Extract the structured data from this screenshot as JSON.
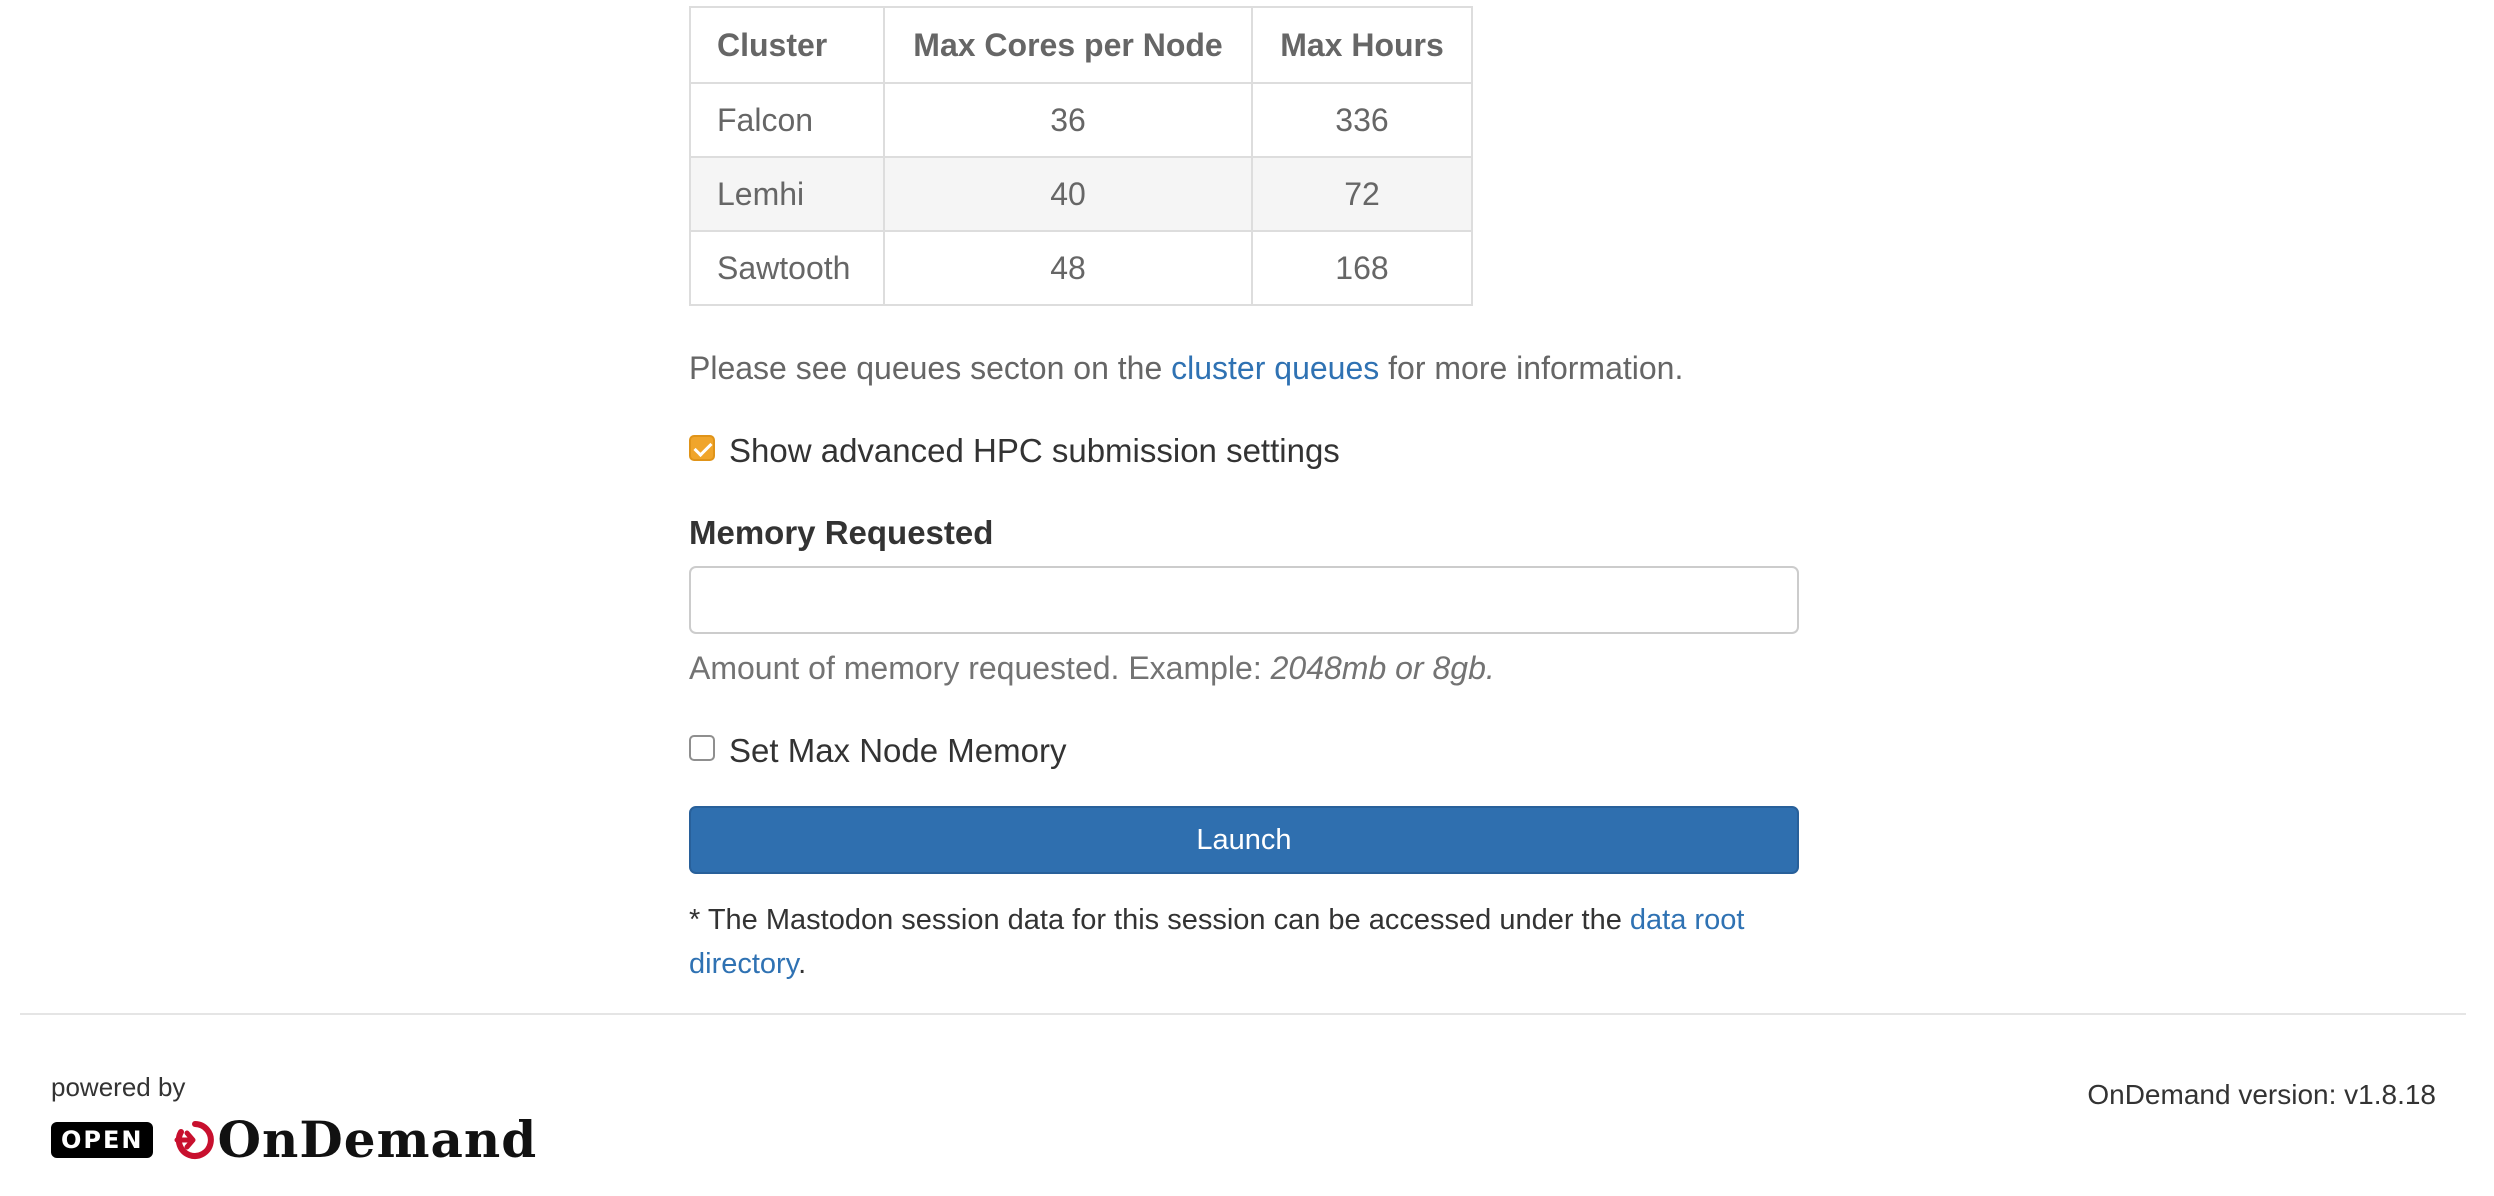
{
  "table": {
    "headers": [
      "Cluster",
      "Max Cores per Node",
      "Max Hours"
    ],
    "rows": [
      [
        "Falcon",
        "36",
        "336"
      ],
      [
        "Lemhi",
        "40",
        "72"
      ],
      [
        "Sawtooth",
        "48",
        "168"
      ]
    ]
  },
  "queues": {
    "prefix": "Please see queues secton on the ",
    "link": "cluster queues",
    "suffix": " for more information."
  },
  "advanced_checkbox": {
    "label": "Show advanced HPC submission settings",
    "checked": true
  },
  "memory": {
    "label": "Memory Requested",
    "value": "",
    "help_prefix": "Amount of memory requested. Example: ",
    "help_example": "2048mb or 8gb."
  },
  "max_node_checkbox": {
    "label": "Set Max Node Memory",
    "checked": false
  },
  "launch_label": "Launch",
  "note": {
    "prefix": "* The Mastodon session data for this session can be accessed under the ",
    "link": "data root directory",
    "suffix": "."
  },
  "footer": {
    "powered_by": "powered by",
    "logo_open": "OPEN",
    "logo_brand": "OnDemand",
    "version": "OnDemand version: v1.8.18"
  },
  "colors": {
    "link": "#2f72b3",
    "launch_button": "#2f6faf",
    "checkbox_checked": "#f0a52b"
  }
}
